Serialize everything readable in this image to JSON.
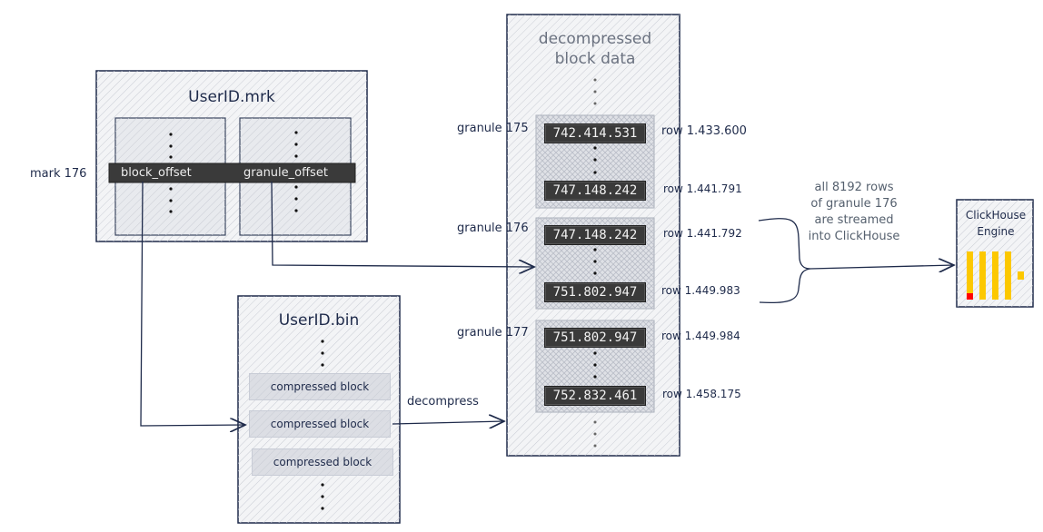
{
  "mrk_file": {
    "title": "UserID.mrk",
    "mark_label": "mark 176",
    "columns": [
      "block_offset",
      "granule_offset"
    ]
  },
  "bin_file": {
    "title": "UserID.bin",
    "blocks": [
      "compressed block",
      "compressed block",
      "compressed block"
    ]
  },
  "decompress_label": "decompress",
  "decompressed": {
    "title_line1": "decompressed",
    "title_line2": "block data",
    "granules": [
      {
        "label": "granule 175",
        "first_value": "742.414.531",
        "first_row": "row 1.433.600",
        "last_value": "747.148.242",
        "last_row": "row 1.441.791"
      },
      {
        "label": "granule 176",
        "first_value": "747.148.242",
        "first_row": "row 1.441.792",
        "last_value": "751.802.947",
        "last_row": "row 1.449.983"
      },
      {
        "label": "granule 177",
        "first_value": "751.802.947",
        "first_row": "row 1.449.984",
        "last_value": "752.832.461",
        "last_row": "row 1.458.175"
      }
    ]
  },
  "stream_annotation": [
    "all 8192 rows",
    "of granule 176",
    "are streamed",
    "into ClickHouse"
  ],
  "engine": {
    "title_line1": "ClickHouse",
    "title_line2": "Engine",
    "logo_color": "#fcc800",
    "logo_accent": "#ff0000"
  }
}
